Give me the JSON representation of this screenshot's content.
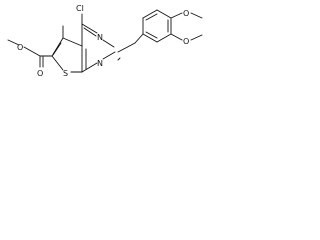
{
  "molecule": {
    "atoms": {
      "cl": "Cl",
      "n_top": "N",
      "n_bottom": "N",
      "s": "S",
      "o_carbonyl": "O",
      "o_ester": "O",
      "o_methoxy_top": "O",
      "o_methoxy_bottom": "O"
    },
    "colors": {
      "ink": "#111111",
      "background": "#ffffff"
    }
  }
}
